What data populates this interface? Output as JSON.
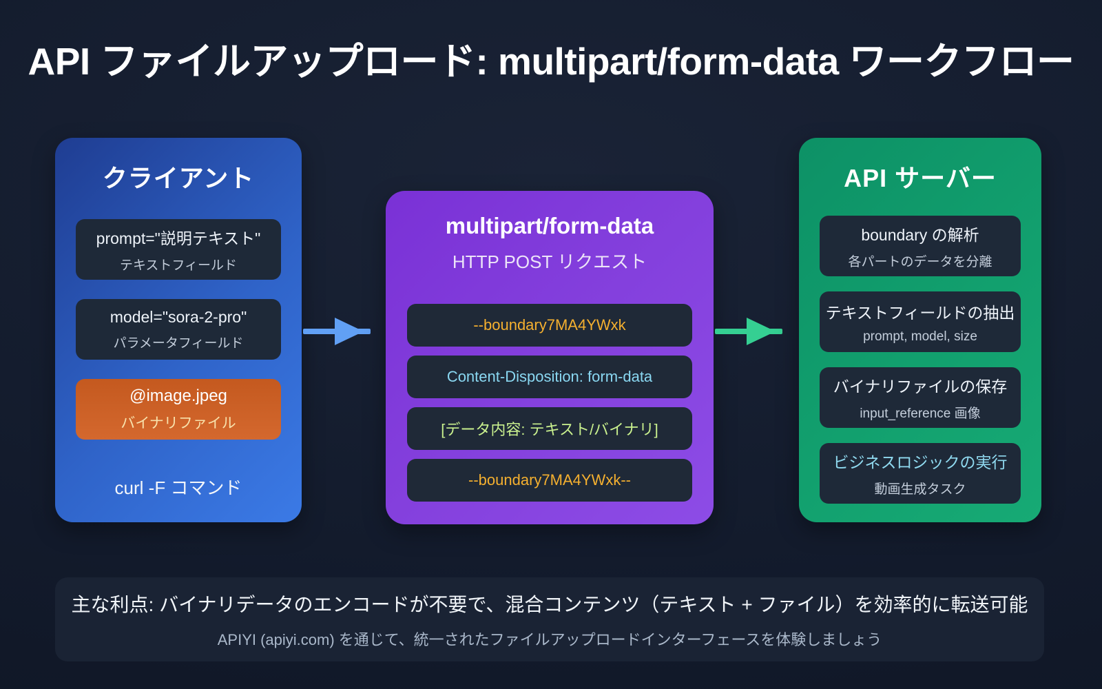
{
  "title": "API ファイルアップロード: multipart/form-data ワークフロー",
  "client": {
    "title": "クライアント",
    "fields": [
      {
        "main": "prompt=\"説明テキスト\"",
        "sub": "テキストフィールド"
      },
      {
        "main": "model=\"sora-2-pro\"",
        "sub": "パラメータフィールド"
      },
      {
        "main": "@image.jpeg",
        "sub": "バイナリファイル"
      }
    ],
    "footer_label": "curl -F コマンド"
  },
  "request": {
    "title": "multipart/form-data",
    "subtitle": "HTTP POST リクエスト",
    "lines": [
      {
        "text": "--boundary7MA4YWxk",
        "tone": "amber"
      },
      {
        "text": "Content-Disposition: form-data",
        "tone": "cyan"
      },
      {
        "text": "[データ内容: テキスト/バイナリ]",
        "tone": "lime"
      },
      {
        "text": "--boundary7MA4YWxk--",
        "tone": "amber"
      }
    ]
  },
  "server": {
    "title": "API サーバー",
    "fields": [
      {
        "main": "boundary の解析",
        "sub": "各パートのデータを分離"
      },
      {
        "main": "テキストフィールドの抽出",
        "sub": "prompt, model, size"
      },
      {
        "main": "バイナリファイルの保存",
        "sub": "input_reference 画像"
      },
      {
        "main": "ビジネスロジックの実行",
        "sub": "動画生成タスク"
      }
    ]
  },
  "benefit": {
    "line1": "主な利点: バイナリデータのエンコードが不要で、混合コンテンツ（テキスト + ファイル）を効率的に転送可能",
    "line2": "APIYI (apiyi.com) を通じて、統一されたファイルアップロードインターフェースを体験しましょう"
  },
  "colors": {
    "page_background": "#131b2c",
    "client_card_gradient": [
      "#1f3d92",
      "#3b7ae6"
    ],
    "request_card_gradient": [
      "#7a31d6",
      "#8d4ce6"
    ],
    "server_card_gradient": [
      "#0d9166",
      "#17aa75"
    ],
    "inner_box": "#1e2938",
    "binary_box_gradient": [
      "#c4591f",
      "#d4682e"
    ],
    "boundary_text": "#f5b02f",
    "content_disposition_text": "#8ad8f2",
    "data_content_text": "#c9f08e",
    "business_logic_text": "#90daf0",
    "arrow_client_to_request": "#61a0f5",
    "arrow_request_to_server": "#35cf92"
  }
}
